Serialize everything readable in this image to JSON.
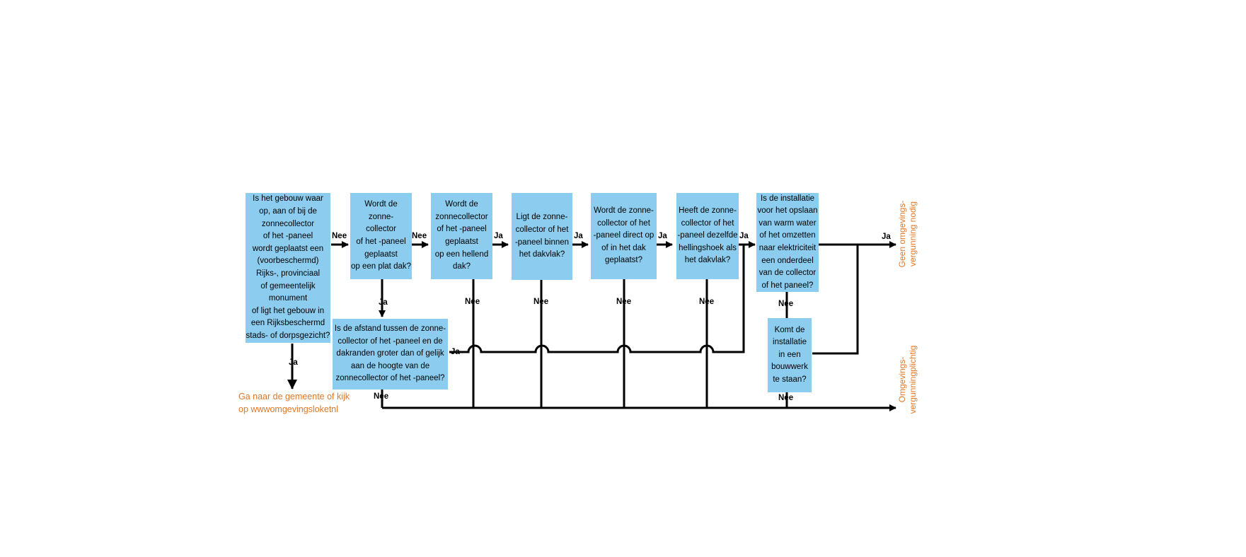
{
  "boxes": {
    "q1": "Is het gebouw waar\nop, aan of  bij de\nzonnecollector\nof het -paneel\nwordt geplaatst een\n(voorbeschermd)\nRijks-, provinciaal\nof gemeentelijk\nmonument\nof ligt het gebouw in\neen Rijksbeschermd\nstads- of dorpsgezicht?",
    "q2": "Wordt  de\nzonne-\ncollector\nof het -paneel\ngeplaatst\nop een plat dak?",
    "q3": "Wordt  de\nzonnecollector\nof het -paneel\ngeplaatst\nop een hellend\ndak?",
    "q4": "Ligt de zonne-\ncollector of het\n-paneel binnen\nhet dakvlak?",
    "q5": "Wordt de zonne-\ncollector of het\n-paneel direct op\nof in het dak\ngeplaatst?",
    "q6": "Heeft de zonne-\ncollector of het\n-paneel dezelfde\nhellingshoek als\nhet dakvlak?",
    "q7": "Is de installatie\nvoor het opslaan\nvan warm water\nof het omzetten\nnaar elektriciteit\neen onderdeel\nvan de collector\nof het paneel?",
    "q8": "Is de afstand tussen de zonne-\ncollector of het -paneel en de\ndakranden groter dan of gelijk\naan de hoogte van de\nzonnecollector of het -paneel?",
    "q9": "Komt de\ninstallatie\nin een\nbouwwerk\nte staan?"
  },
  "labels": {
    "nee": "Nee",
    "ja": "Ja"
  },
  "outcomes": {
    "gemeente": "Ga naar de gemeente of kijk\nop wwwomgevingsloketnl",
    "geen_vergunning": "Geen omgevings-\nvergunning nodig",
    "vergunningplichtig": "Omgevings-\nvergunningplichtig"
  },
  "colors": {
    "box_fill": "#8ccdef",
    "outcome_text": "#e07828",
    "line": "#000000"
  }
}
